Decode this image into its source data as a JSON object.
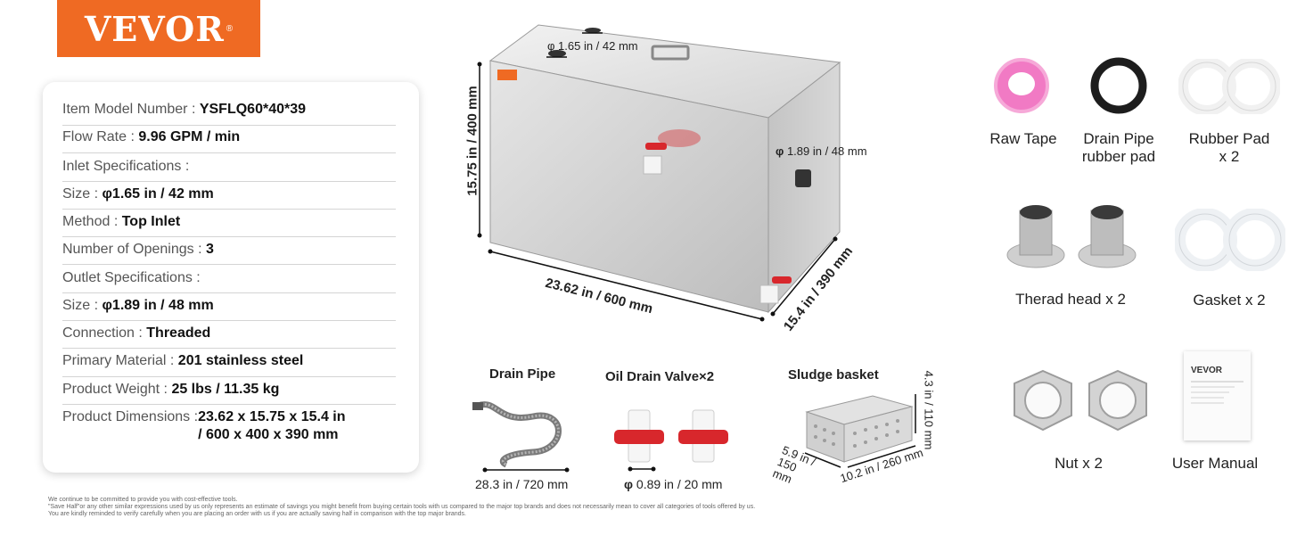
{
  "brand": {
    "name": "VEVOR",
    "registered": "®"
  },
  "specs": {
    "model": {
      "label": "Item Model Number : ",
      "value": "YSFLQ60*40*39"
    },
    "flow_rate": {
      "label": "Flow Rate : ",
      "value": "9.96 GPM / min"
    },
    "inlet_header": {
      "label": "Inlet Specifications :"
    },
    "inlet_size": {
      "label": "Size : ",
      "value": "φ1.65 in / 42 mm"
    },
    "method": {
      "label": "Method : ",
      "value": "Top Inlet"
    },
    "openings": {
      "label": "Number of Openings : ",
      "value": "3"
    },
    "outlet_header": {
      "label": "Outlet Specifications :"
    },
    "outlet_size": {
      "label": "Size : ",
      "value": "φ1.89 in / 48 mm"
    },
    "connection": {
      "label": "Connection : ",
      "value": "Threaded"
    },
    "material": {
      "label": "Primary Material : ",
      "value": "201 stainless steel"
    },
    "weight": {
      "label": "Product Weight : ",
      "value": "25 lbs / 11.35 kg"
    },
    "dimensions": {
      "label": "Product Dimensions : ",
      "value_line1": "23.62 x 15.75 x 15.4 in",
      "value_line2": "/ 600 x 400 x 390 mm"
    }
  },
  "tank": {
    "inlet_dim": "φ 1.65 in / 42 mm",
    "outlet_dim_symbol": "φ",
    "outlet_dim": "1.89 in / 48 mm",
    "height": "15.75 in / 400 mm",
    "width": "23.62 in / 600 mm",
    "depth": "15.4 in / 390 mm"
  },
  "parts": {
    "drain_pipe": {
      "title": "Drain Pipe",
      "dim": "28.3 in / 720 mm"
    },
    "valve": {
      "title": "Oil Drain Valve×2",
      "dim_symbol": "φ",
      "dim": "0.89 in / 20 mm"
    },
    "basket": {
      "title": "Sludge basket",
      "height": "4.3 in / 110 mm",
      "width": "5.9 in / 150 mm",
      "length": "10.2 in / 260 mm"
    }
  },
  "accessories": {
    "raw_tape": "Raw Tape",
    "drain_pad_line1": "Drain Pipe",
    "drain_pad_line2": "rubber pad",
    "rubber_pad_line1": "Rubber Pad",
    "rubber_pad_line2": "x 2",
    "thread_head": "Therad head x 2",
    "gasket": "Gasket x 2",
    "nut": "Nut x 2",
    "manual": "User Manual",
    "manual_brand": "VEVOR"
  },
  "footnote": {
    "line1": "We continue to be committed to provide you with cost-effective tools.",
    "line2": "\"Save Half\"or any other similar expressions used by us only represents an estimate of savings you might benefit from buying certain tools with us compared to the major top brands and does not necessarily mean to cover all categories of tools offered by us.",
    "line3": "You are kindly reminded to verify carefully when you are placing an order with us if you are actually saving half in comparison with the top major brands."
  },
  "colors": {
    "brand_orange": "#ef6a23",
    "valve_red": "#d8272c",
    "steel": "#c9c9c9"
  }
}
